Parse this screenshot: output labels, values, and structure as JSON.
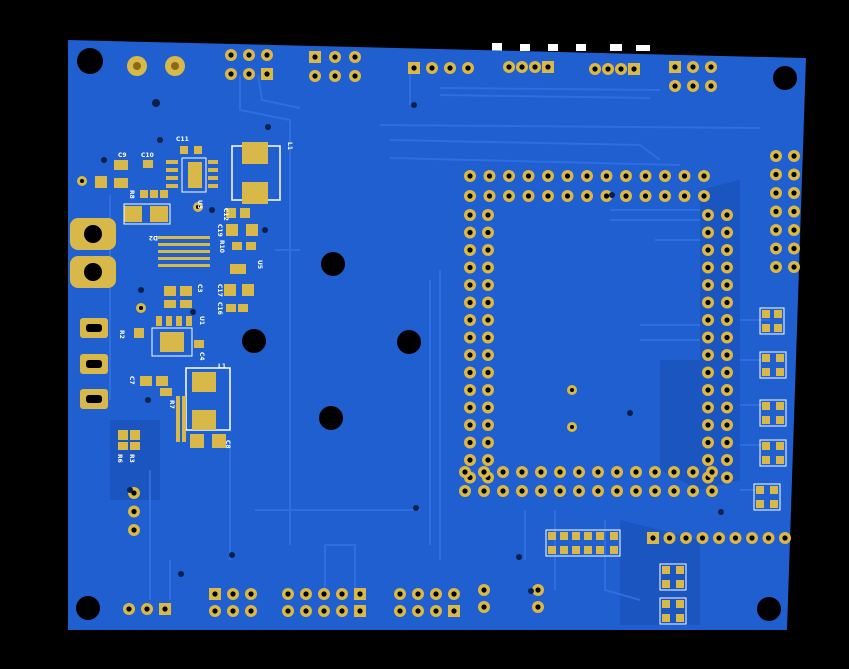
{
  "board": {
    "colors": {
      "background": "#000000",
      "board": "#1f5fd0",
      "board_dark": "#174fb8",
      "trace": "#2c6fe6",
      "trace_dark": "#1449a8",
      "pad": "#d9b84a",
      "pad_ring": "#c9a43c",
      "hole": "#000000",
      "silk": "#ffffff"
    },
    "labels": {
      "c11": "C11",
      "c9": "C9",
      "c10": "C10",
      "u3": "U3",
      "l1_top": "L1",
      "r8": "R8",
      "d2": "D2",
      "c19": "C19",
      "c12": "C12",
      "r10": "R10",
      "u5": "U5",
      "c3": "C3",
      "c17": "C17",
      "c16": "C16",
      "u1": "U1",
      "r2": "R2",
      "c4": "C4",
      "r7": "R7",
      "l1": "L1",
      "c7": "C7",
      "c8": "C8",
      "r3": "R3",
      "r6": "R6"
    }
  }
}
